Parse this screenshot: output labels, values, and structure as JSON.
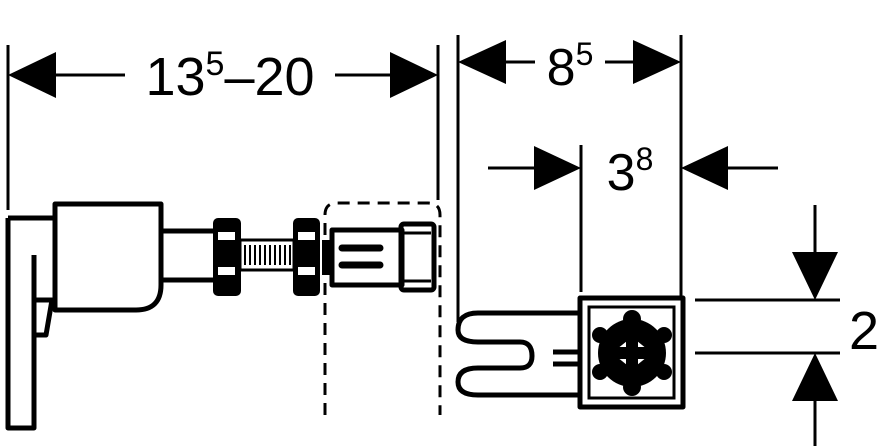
{
  "dimensions": {
    "length": {
      "main": "13",
      "sup": "5",
      "rest": "–20"
    },
    "width": {
      "main": "8",
      "sup": "5"
    },
    "inner_width": {
      "main": "3",
      "sup": "8"
    },
    "height": {
      "main": "2"
    }
  },
  "colors": {
    "ink": "#000000",
    "background": "#ffffff"
  }
}
